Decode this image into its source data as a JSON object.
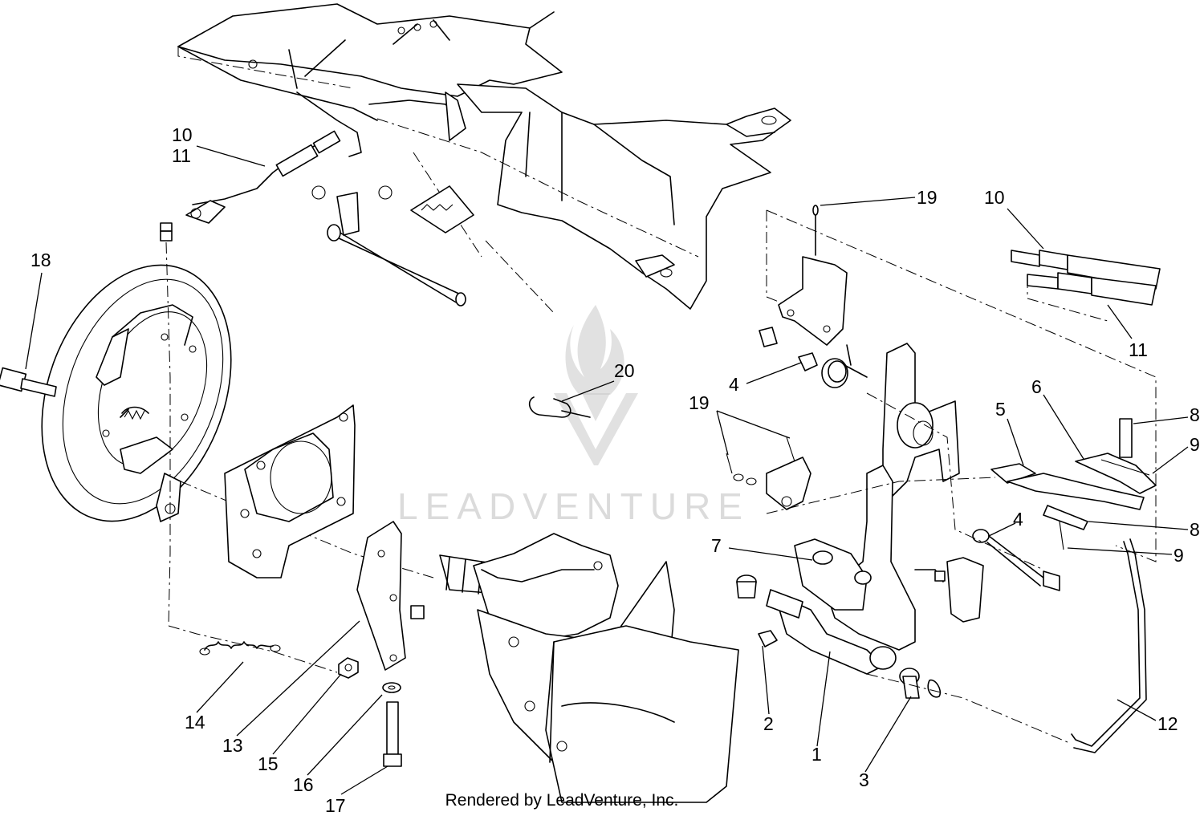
{
  "watermark": {
    "text": "LEADVENTURE"
  },
  "credit": "Rendered by LeadVenture, Inc.",
  "callouts": [
    {
      "id": "c10a",
      "text": "10"
    },
    {
      "id": "c11a",
      "text": "11"
    },
    {
      "id": "c18",
      "text": "18"
    },
    {
      "id": "c19a",
      "text": "19"
    },
    {
      "id": "c10b",
      "text": "10"
    },
    {
      "id": "c11b",
      "text": "11"
    },
    {
      "id": "c20",
      "text": "20"
    },
    {
      "id": "c4a",
      "text": "4"
    },
    {
      "id": "c19b",
      "text": "19"
    },
    {
      "id": "c5",
      "text": "5"
    },
    {
      "id": "c6",
      "text": "6"
    },
    {
      "id": "c8a",
      "text": "8"
    },
    {
      "id": "c9a",
      "text": "9"
    },
    {
      "id": "c4b",
      "text": "4"
    },
    {
      "id": "c8b",
      "text": "8"
    },
    {
      "id": "c9b",
      "text": "9"
    },
    {
      "id": "c7",
      "text": "7"
    },
    {
      "id": "c12",
      "text": "12"
    },
    {
      "id": "c2",
      "text": "2"
    },
    {
      "id": "c1",
      "text": "1"
    },
    {
      "id": "c3",
      "text": "3"
    },
    {
      "id": "c14",
      "text": "14"
    },
    {
      "id": "c13",
      "text": "13"
    },
    {
      "id": "c15",
      "text": "15"
    },
    {
      "id": "c16",
      "text": "16"
    },
    {
      "id": "c17",
      "text": "17"
    }
  ]
}
